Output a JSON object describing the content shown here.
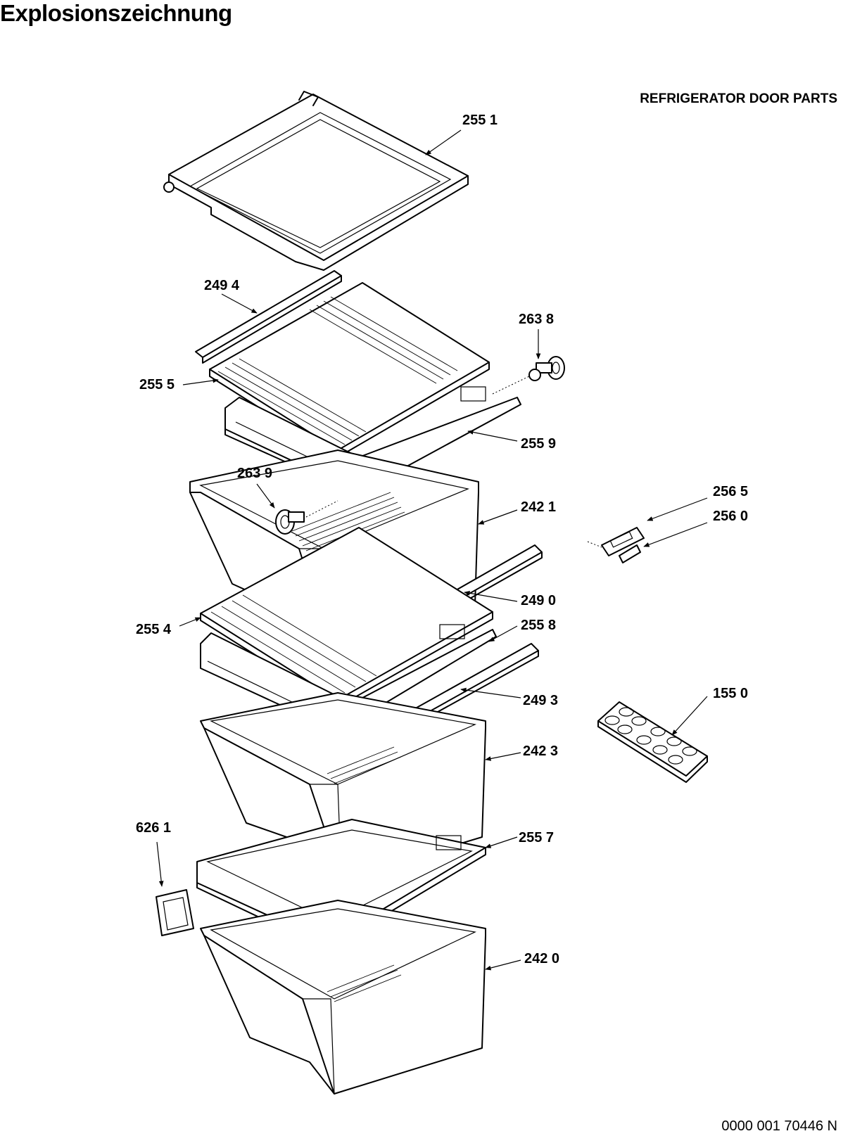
{
  "header": {
    "title": "Explosionszeichnung",
    "subtitle": "REFRIGERATOR DOOR PARTS",
    "document_number": "0000 001 70446 N"
  },
  "parts": {
    "p2551": "255 1",
    "p2494": "249 4",
    "p2638": "263 8",
    "p2555": "255 5",
    "p2559": "255 9",
    "p2639": "263 9",
    "p2421": "242 1",
    "p2565": "256 5",
    "p2560": "256 0",
    "p2490": "249 0",
    "p2554": "255 4",
    "p2558": "255 8",
    "p2493": "249 3",
    "p1550": "155 0",
    "p2423": "242 3",
    "p6261": "626 1",
    "p2557": "255 7",
    "p2420": "242 0"
  }
}
